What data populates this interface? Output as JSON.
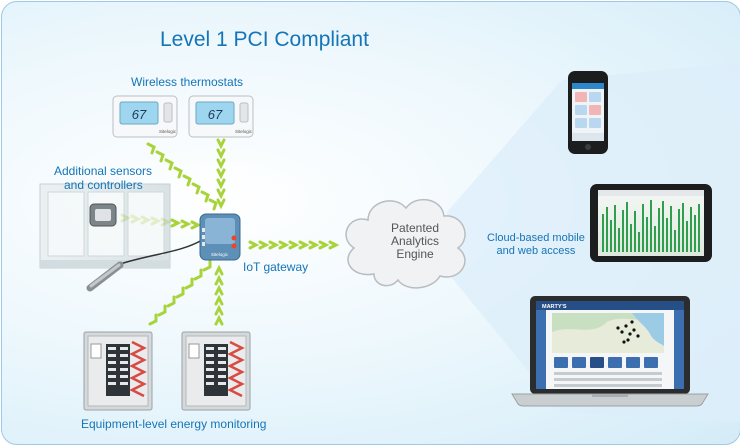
{
  "title": "Level 1 PCI Compliant",
  "labels": {
    "wireless": "Wireless thermostats",
    "sensors_1": "Additional sensors",
    "sensors_2": "and controllers",
    "gateway": "IoT gateway",
    "cloud_1": "Cloud-based mobile",
    "cloud_2": "and web access",
    "equipment": "Equipment-level energy monitoring"
  },
  "engine": {
    "line1": "Patented",
    "line2": "Analytics",
    "line3": "Engine"
  },
  "thermostat": {
    "reading": "67",
    "brand": "Sitelogic"
  },
  "gateway_brand": "Sitelogic",
  "laptop_brand": "MARTY'S",
  "colors": {
    "accent": "#1575b7",
    "arrow": "#a8d33a",
    "beam": "#cfe8f7"
  }
}
